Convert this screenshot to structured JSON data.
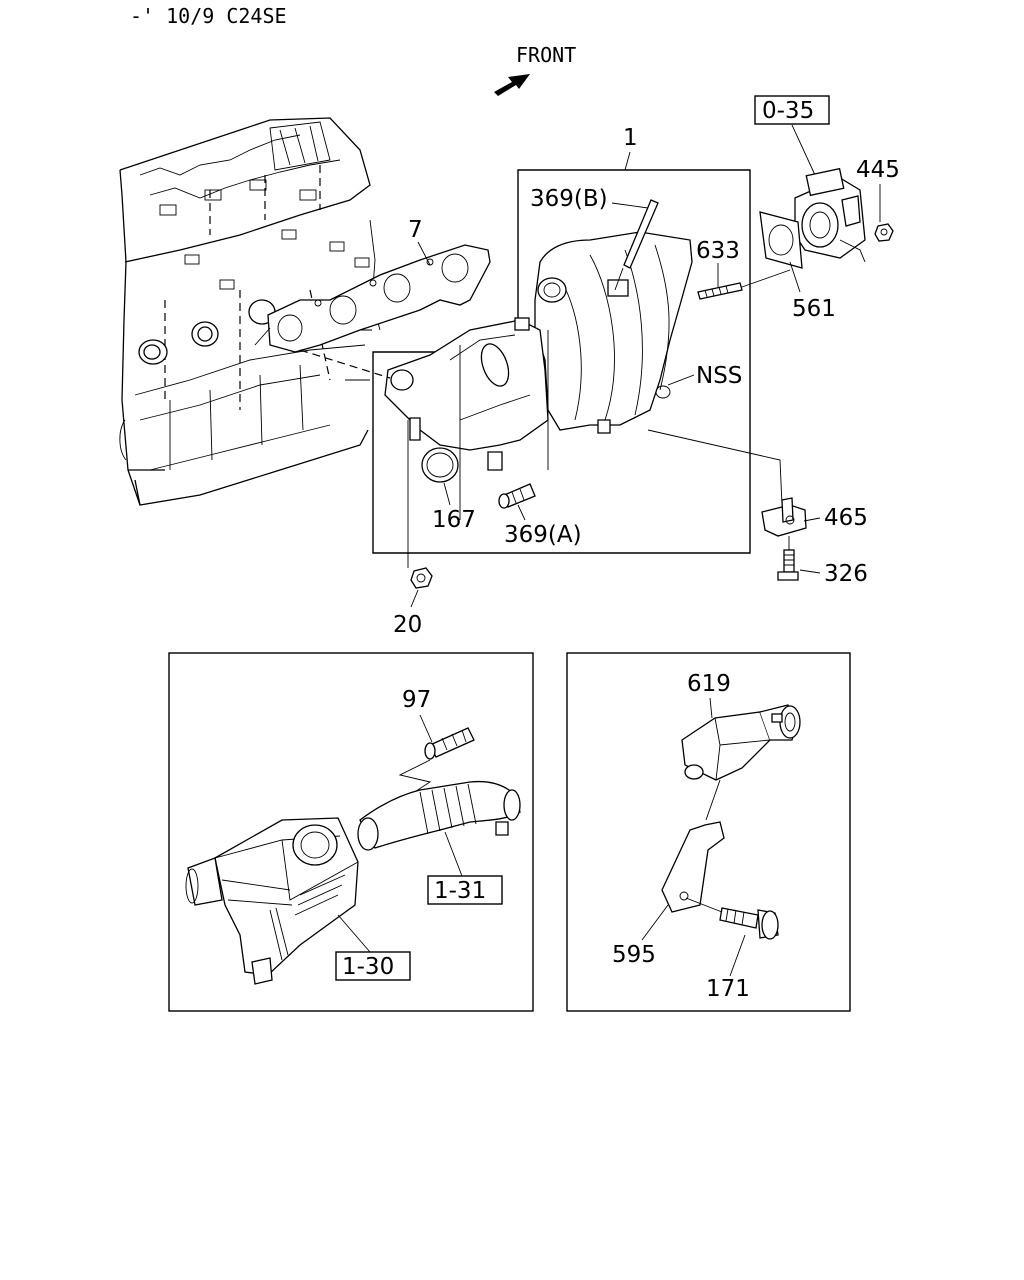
{
  "header": {
    "code": "-' 10/9  C24SE"
  },
  "orientation": {
    "front_label": "FRONT"
  },
  "callouts": {
    "c1": "1",
    "c7": "7",
    "c369b": "369(B)",
    "c633": "633",
    "c035": "0-35",
    "c445": "445",
    "c561": "561",
    "cnss": "NSS",
    "c167": "167",
    "c369a": "369(A)",
    "c465": "465",
    "c326": "326",
    "c20": "20",
    "c97": "97",
    "c131": "1-31",
    "c130": "1-30",
    "c619": "619",
    "c595": "595",
    "c171": "171"
  }
}
